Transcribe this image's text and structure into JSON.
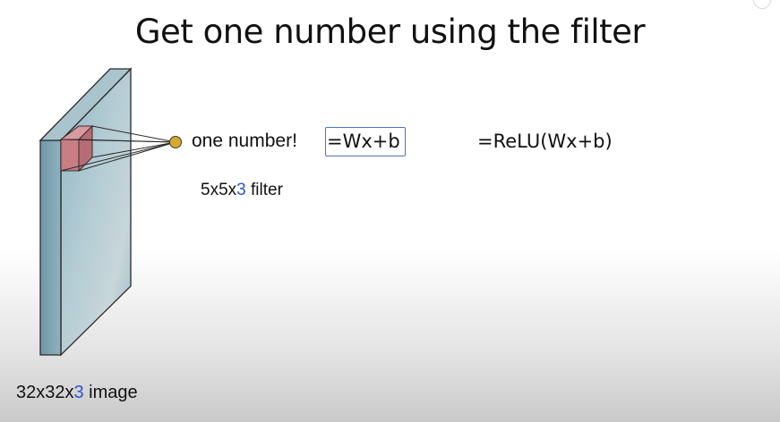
{
  "slide": {
    "title": "Get one number using the filter",
    "one_number_label": "one number!",
    "formula_boxed": "=Wx+b",
    "formula_relu": "=ReLU(Wx+b)",
    "filter": {
      "prefix": "5x5x",
      "depth": "3",
      "suffix": " filter"
    },
    "image": {
      "prefix": "32x32x",
      "depth": "3",
      "suffix": " image"
    }
  },
  "colors": {
    "volume_front": "#9fc0cc",
    "volume_side": "#7fa3b0",
    "filter_patch": "#c97d84",
    "output_dot": "#d9a92f",
    "highlight_digit": "#2f52d6",
    "formula_box_border": "#4a74c9"
  }
}
